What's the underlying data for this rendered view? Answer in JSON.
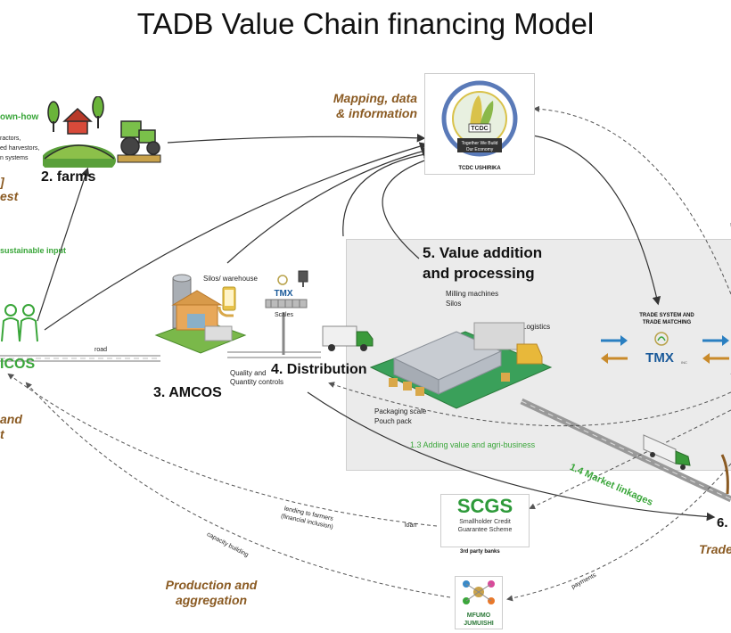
{
  "title": "TADB Value Chain financing Model",
  "left_edge": {
    "know_how": "own-how",
    "equipment": [
      "ractors,",
      "ed harvestors,",
      "n systems"
    ],
    "brown_top": [
      "]",
      "est"
    ],
    "sustainable_input": "sustainable input",
    "amcos_logo_text": "ICOS",
    "brown_bottom": [
      "and",
      "t"
    ]
  },
  "nodes": {
    "farms": "2. farms",
    "amcos": "3. AMCOS",
    "distribution": "4. Distribution",
    "value_addition": [
      "5. Value addition",
      "and processing"
    ],
    "trade": "6.",
    "trade_brown": "Trade"
  },
  "labels": {
    "mapping": [
      "Mapping, data",
      "& information"
    ],
    "tcdc_caption": "TCDC USHIRIKA",
    "tcdc_seal_lines": [
      "Together We Build",
      "Our Economy"
    ],
    "tcdc_abbr": "TCDC",
    "silos": "Silos/ warehouse",
    "scales": "Scales",
    "tmx": "TMX",
    "road": "road",
    "quality": [
      "Quality and",
      "Quantity controls"
    ],
    "milling": [
      "Milling machines",
      "Silos"
    ],
    "logistics": "Logistics",
    "packaging": [
      "Packaging scale",
      "Pouch pack"
    ],
    "adding_value": "1.3 Adding value and agri-business",
    "market_linkages": "1.4 Market linkages",
    "trade_system": [
      "TRADE SYSTEM AND",
      "TRADE MATCHING"
    ],
    "tmx_inc": "INC",
    "lending": [
      "lending to farmers",
      "(financial inclusion)"
    ],
    "loan": "loan",
    "capacity": "capacity building",
    "payments": "payments",
    "production": [
      "Production and",
      "aggregation"
    ],
    "scgs_logo": "SCGS",
    "scgs_name": [
      "Smallholder Credit",
      "Guarantee Scheme"
    ],
    "banks": "3rd party banks",
    "mfumo": [
      "MFUMO",
      "JUMUISHI"
    ]
  },
  "colors": {
    "brown": "#8a5a22",
    "green": "#3aa63a",
    "blue_arrow": "#2a7fc1",
    "orange_arrow": "#c98a2a",
    "truck_green": "#3a9a3a"
  }
}
